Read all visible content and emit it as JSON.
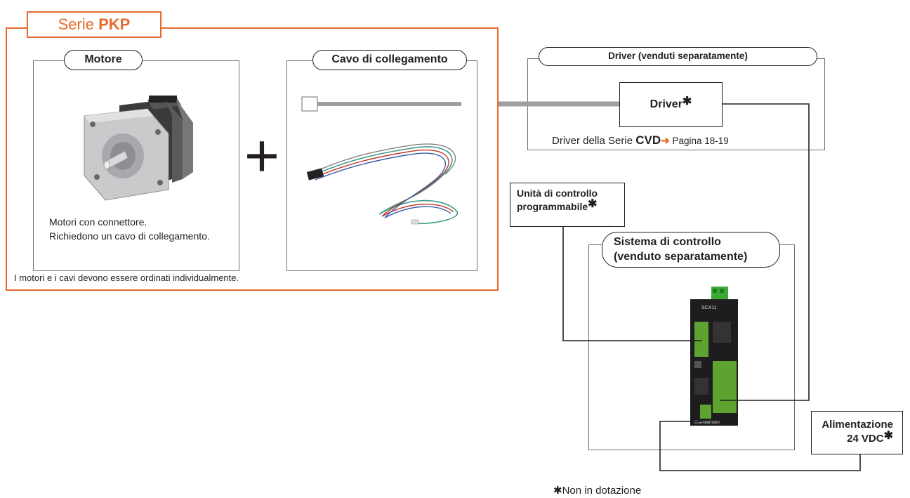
{
  "serie": {
    "prefix": "Serie ",
    "name": "PKP"
  },
  "motor": {
    "title": "Motore",
    "note_line1": "Motori con connettore.",
    "note_line2": "Richiedono un cavo di collegamento."
  },
  "plus_symbol": "+",
  "cable": {
    "title": "Cavo di collegamento"
  },
  "group_note": "I motori e i cavi devono essere ordinati individualmente.",
  "driver_group": {
    "title": "Driver (venduti separatamente)",
    "driver_label": "Driver",
    "driver_asterisk": "✱",
    "desc_prefix": "Driver della Serie ",
    "desc_series": "CVD",
    "desc_arrow": "➜",
    "desc_page": " Pagina 18-19"
  },
  "programmable": {
    "line1": "Unità di controllo",
    "line2": "programmabile",
    "asterisk": "✱"
  },
  "control_system": {
    "line1": "Sistema di controllo",
    "line2": "(venduto separatamente)",
    "device_label": "SCX11",
    "device_brand": "Orientalmotor"
  },
  "power": {
    "line1": "Alimentazione",
    "line2": "24 VDC",
    "asterisk": "✱"
  },
  "footnote": {
    "asterisk": "✱",
    "text": "Non in dotazione"
  },
  "colors": {
    "accent": "#e8692b",
    "line": "#231f20",
    "cable_gray": "#9d9fa2",
    "frame": "#6d6e71"
  }
}
